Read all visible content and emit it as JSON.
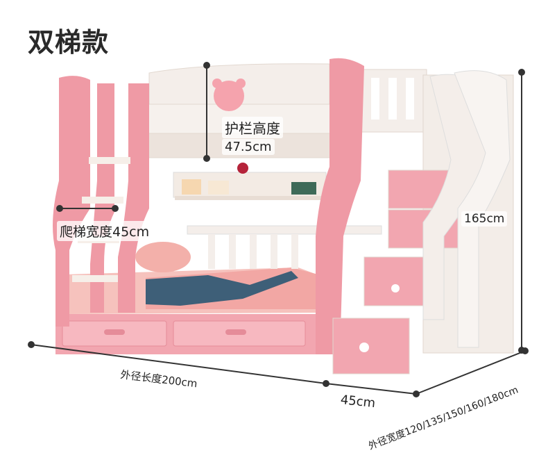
{
  "title": "双梯款",
  "labels": {
    "guardrail_name": "护栏高度",
    "guardrail_value": "47.5cm",
    "ladder_width": "爬梯宽度45cm",
    "height": "165cm",
    "length": "外径长度200cm",
    "stair_depth": "45cm",
    "width_options": "外径宽度120/135/150/160/180cm"
  },
  "colors": {
    "pink": "#ef9aa5",
    "pink_dark": "#e07f8c",
    "white_wood": "#f4eeea",
    "mattress": "#f3b2ae",
    "blanket": "#3e5f78"
  }
}
